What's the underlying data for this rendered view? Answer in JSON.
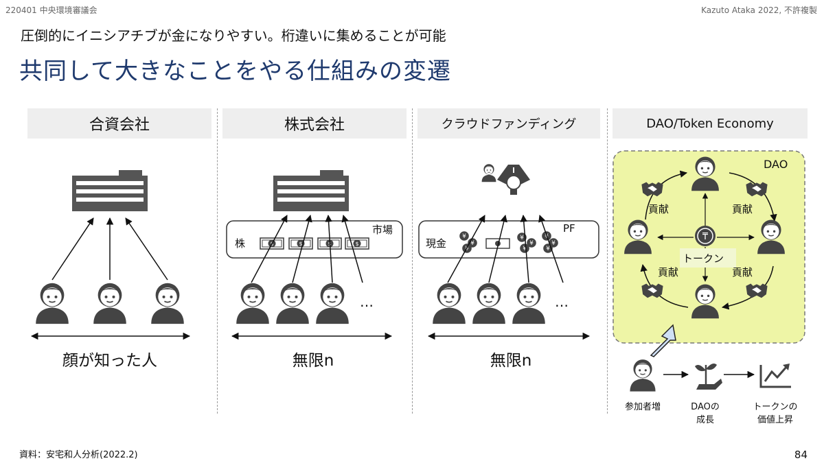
{
  "header": {
    "doc_id": "220401 中央環境審議会",
    "credit": "Kazuto Ataka 2022, 不許複製"
  },
  "subtitle": "圧倒的にイニシアチブが金になりやすい。桁違いに集めることが可能",
  "title": "共同して大きなことをやる仕組みの変遷",
  "columns": [
    {
      "heading": "合資会社",
      "caption": "顔が知った人"
    },
    {
      "heading": "株式会社",
      "market_label": "市場",
      "stock_label": "株",
      "ellipsis": "…",
      "caption": "無限n"
    },
    {
      "heading": "クラウドファンディング",
      "pf_label": "PF",
      "cash_label": "現金",
      "ellipsis": "…",
      "caption": "無限n"
    },
    {
      "heading": "DAO/Token Economy",
      "dao_label": "DAO",
      "contribution_label": "貢献",
      "token_label": "トークン",
      "flow": [
        "参加者増",
        "DAOの\n成長",
        "トークンの\n価値上昇"
      ]
    }
  ],
  "icons": [
    "building-icon",
    "person-icon",
    "dollar-bill-icon",
    "yen-coin-icon",
    "lightbulb-idea-icon",
    "handshake-icon",
    "token-coin-icon",
    "plant-hand-icon",
    "growth-chart-icon"
  ],
  "colors": {
    "title": "#1f3a6e",
    "dao_box": "#eef5a6",
    "arrow_fill": "#cfe0f5"
  },
  "footer": {
    "source": "資料：安宅和人分析(2022.2)",
    "page": "84"
  }
}
